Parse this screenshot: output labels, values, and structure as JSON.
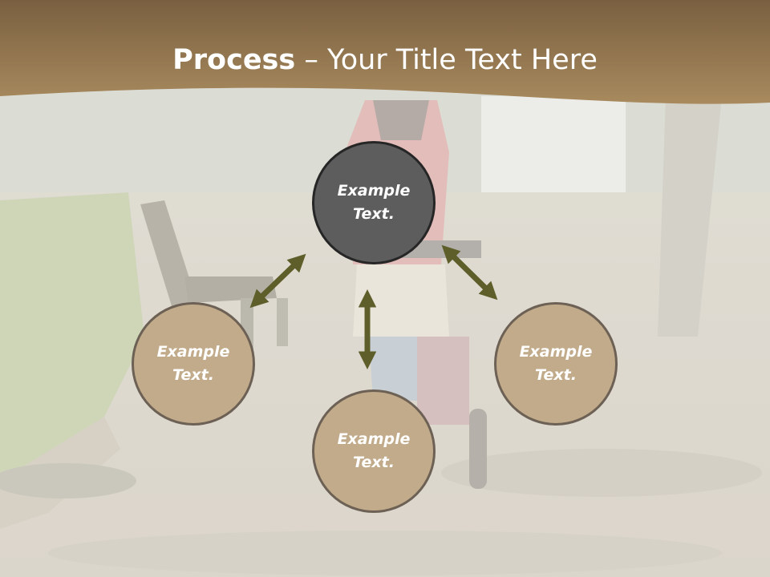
{
  "slide": {
    "title_bold": "Process",
    "title_rest": " – Your Title Text Here",
    "center_node": {
      "text": "Example Text."
    },
    "left_node": {
      "text": "Example Text."
    },
    "bottom_node": {
      "text": "Example Text."
    },
    "right_node": {
      "text": "Example Text."
    }
  },
  "colors": {
    "banner": "#8a7048",
    "center_fill": "#5d5d5d",
    "outer_fill": "#c2ab8a",
    "arrow": "#5d5e2a"
  },
  "icons": [
    "double-arrow-icon"
  ]
}
